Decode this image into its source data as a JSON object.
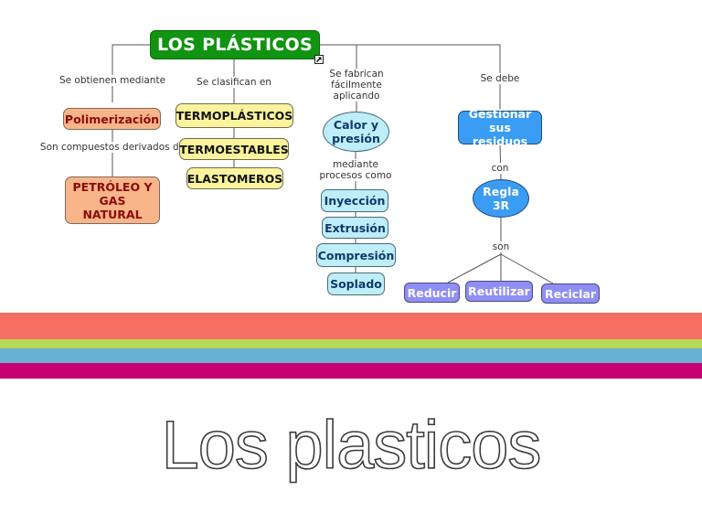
{
  "concept_map": {
    "root": "LOS PLÁSTICOS",
    "root_link_icon": "external-link-icon",
    "branches": {
      "obtencion": {
        "link_label": "Se obtienen mediante",
        "node": "Polimerización",
        "sub_link_label": "Son compuestos derivados de",
        "sub_node": "PETRÓLEO Y GAS NATURAL"
      },
      "clasificacion": {
        "link_label": "Se clasifican en",
        "nodes": [
          "TERMOPLÁSTICOS",
          "TERMOESTABLES",
          "ELASTOMEROS"
        ]
      },
      "fabricacion": {
        "link_label": "Se fabrican fácilmente aplicando",
        "node": "Calor y presión",
        "sub_link_label": "mediante procesos como",
        "processes": [
          "Inyección",
          "Extrusión",
          "Compresión",
          "Soplado"
        ]
      },
      "residuos": {
        "link_label": "Se debe",
        "node": "Gestionar sus residuos",
        "sub_link_label": "con",
        "sub_node": "Regla 3R",
        "final_link_label": "son",
        "actions": [
          "Reducir",
          "Reutilizar",
          "Reciclar"
        ]
      }
    },
    "colors": {
      "root": "#119411",
      "orange_nodes": "#f8b58a",
      "yellow_nodes": "#fbf49d",
      "cyan_nodes": "#bdeefa",
      "blue_nodes": "#3a9cf2",
      "violet_nodes": "#8e8ef5"
    }
  },
  "stripes": {
    "colors": [
      "#f76e62",
      "#b5d95a",
      "#68b1d2",
      "#c80073"
    ]
  },
  "slide_title": "Los plasticos"
}
